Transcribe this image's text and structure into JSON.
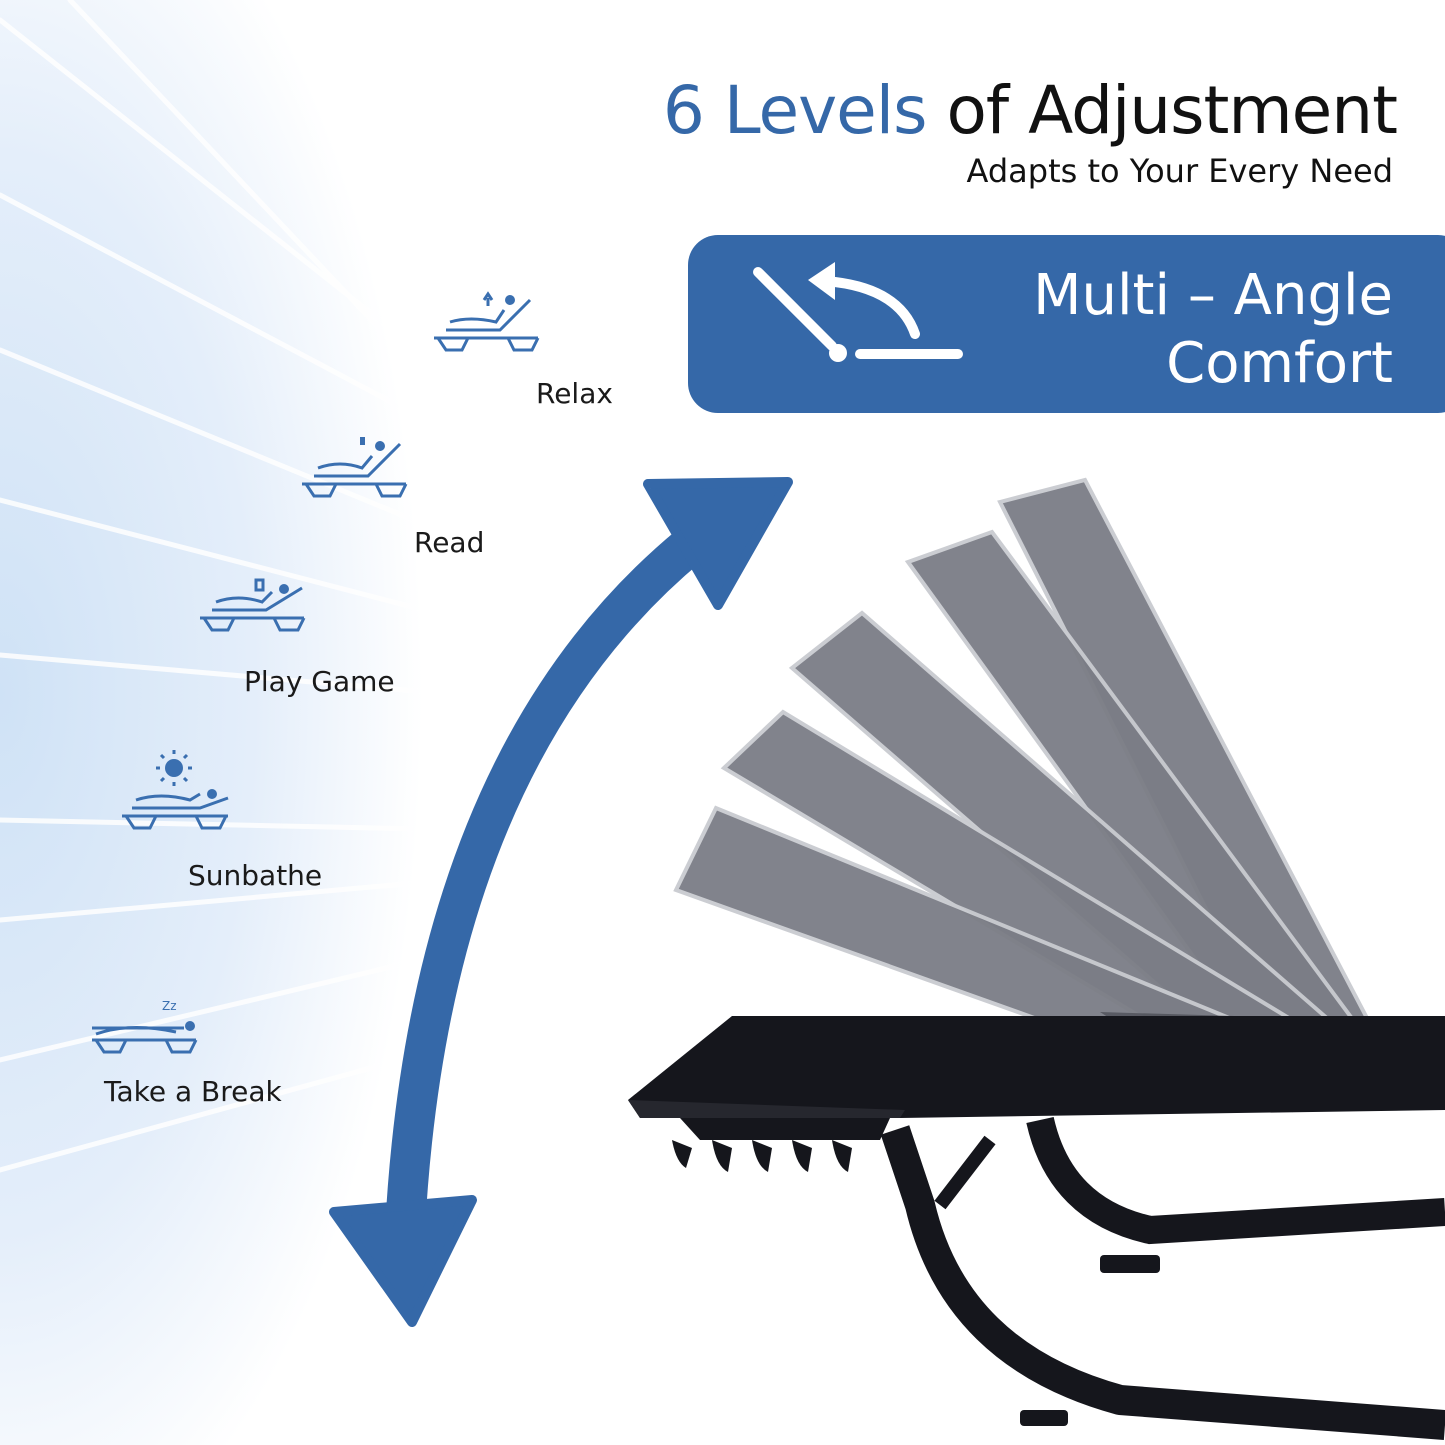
{
  "header": {
    "title_accent": "6 Levels",
    "title_rest": "of Adjustment",
    "subtitle": "Adapts to Your Every Need"
  },
  "banner": {
    "line1": "Multi – Angle",
    "line2": "Comfort",
    "icon": "recline-angle-icon"
  },
  "positions": [
    {
      "label": "Relax",
      "icon": "relax-lounger-icon"
    },
    {
      "label": "Read",
      "icon": "read-lounger-icon"
    },
    {
      "label": "Play Game",
      "icon": "play-game-lounger-icon"
    },
    {
      "label": "Sunbathe",
      "icon": "sunbathe-lounger-icon"
    },
    {
      "label": "Take a Break",
      "icon": "take-a-break-lounger-icon"
    }
  ],
  "colors": {
    "accent": "#3568a8",
    "icon": "#3a6fb0",
    "text": "#111111",
    "chair_dark": "#15161c",
    "backrest_gray": "#7b7d86"
  }
}
